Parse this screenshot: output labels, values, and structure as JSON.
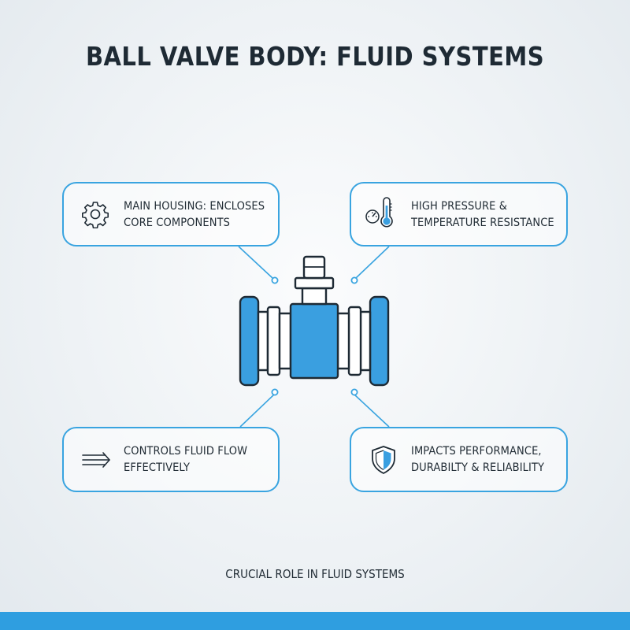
{
  "title": "BALL VALVE BODY: FLUID SYSTEMS",
  "callouts": {
    "top_left": {
      "icon": "gear-icon",
      "lines": [
        "MAIN HOUSING: ENCLOSES",
        "CORE COMPONENTS"
      ]
    },
    "top_right": {
      "icon": "pressure-temperature-icon",
      "lines": [
        "HIGH PRESSURE &",
        "TEMPERATURE RESISTANCE"
      ]
    },
    "bottom_left": {
      "icon": "flow-arrow-icon",
      "lines": [
        "CONTROLS FLUID FLOW",
        "EFFECTIVELY"
      ]
    },
    "bottom_right": {
      "icon": "shield-icon",
      "lines": [
        "IMPACTS PERFORMANCE,",
        "DURABILTY & RELIABILITY"
      ]
    }
  },
  "footer": "CRUCIAL ROLE IN FLUID SYSTEMS",
  "colors": {
    "accent": "#39a4e0",
    "valve_blue": "#3a9fe0",
    "dark": "#1f2a33",
    "footer_bar": "#2f9ee0"
  }
}
